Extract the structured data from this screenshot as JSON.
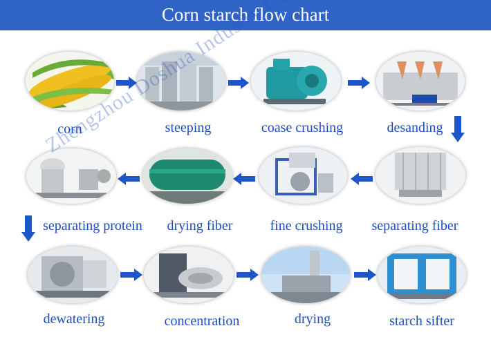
{
  "header": {
    "title": "Corn starch flow chart"
  },
  "steps": [
    {
      "label": "corn",
      "icon": "corn-image"
    },
    {
      "label": "steeping",
      "icon": "steeping-tanks-image"
    },
    {
      "label": "coase crushing",
      "icon": "coarse-crusher-image"
    },
    {
      "label": "desanding",
      "icon": "desanding-cyclones-image"
    },
    {
      "label": "separating fiber",
      "icon": "fiber-separator-image"
    },
    {
      "label": "fine crushing",
      "icon": "fine-crusher-image"
    },
    {
      "label": "drying fiber",
      "icon": "fiber-dryer-image"
    },
    {
      "label": "separating protein",
      "icon": "protein-separator-image"
    },
    {
      "label": "dewatering",
      "icon": "dewatering-centrifuge-image"
    },
    {
      "label": "concentration",
      "icon": "concentration-machine-image"
    },
    {
      "label": "drying",
      "icon": "drying-tower-image"
    },
    {
      "label": "starch sifter",
      "icon": "starch-sifter-image"
    }
  ],
  "watermark": "Zhengzhou Doshua Industry CO.,ltd",
  "colors": {
    "header": "#2f63c6",
    "label": "#1f4fbf",
    "arrow": "#1d56c8"
  }
}
